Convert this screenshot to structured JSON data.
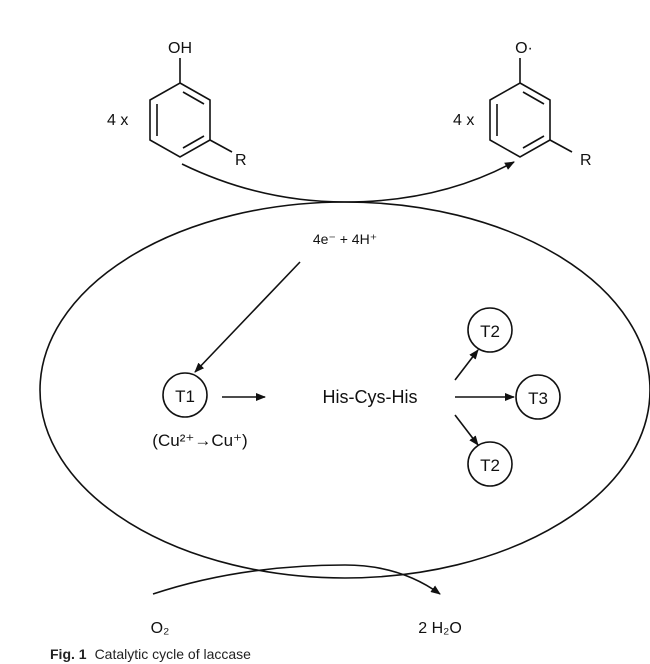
{
  "reactant": {
    "multiplier": "4 x",
    "group": "OH",
    "substituent": "R"
  },
  "product": {
    "multiplier": "4 x",
    "group": "O·",
    "substituent": "R"
  },
  "electrons_label": "4e⁻ + 4H⁺",
  "t1": {
    "label": "T1",
    "note": "(Cu²⁺→Cu⁺)"
  },
  "bridge": "His-Cys-His",
  "cluster": [
    {
      "label": "T2"
    },
    {
      "label": "T3"
    },
    {
      "label": "T2"
    }
  ],
  "oxygen": "O₂",
  "water": "2 H₂O",
  "caption": {
    "label": "Fig. 1",
    "text": "Catalytic cycle of laccase"
  }
}
